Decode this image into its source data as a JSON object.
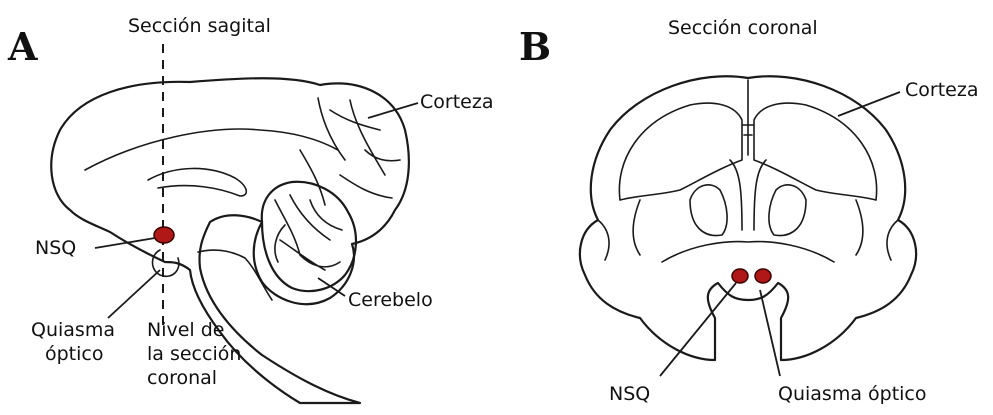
{
  "panel_a": {
    "letter": "A",
    "title": "Sección sagital",
    "labels": {
      "cortex": "Corteza",
      "nsq": "NSQ",
      "chiasm_line1": "Quiasma",
      "chiasm_line2": "óptico",
      "level_line1": "Nivel de",
      "level_line2": "la sección",
      "level_line3": "coronal",
      "cerebellum": "Cerebelo"
    }
  },
  "panel_b": {
    "letter": "B",
    "title": "Sección coronal",
    "labels": {
      "cortex": "Corteza",
      "nsq": "NSQ",
      "chiasm": "Quiasma óptico"
    }
  },
  "colors": {
    "nsq_fill": "#b01818",
    "nsq_stroke": "#3a0000",
    "line": "#1a1a1a"
  }
}
